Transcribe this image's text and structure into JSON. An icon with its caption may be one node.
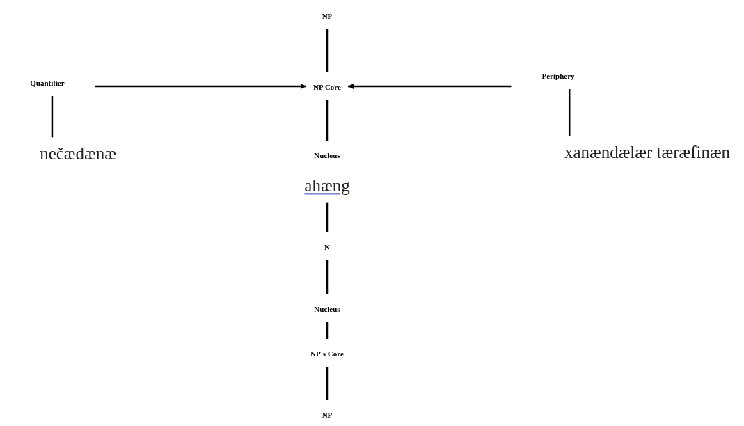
{
  "diagram": {
    "nodes": [
      {
        "text": [
          "NP"
        ]
      },
      {
        "text": [
          "NP Core"
        ]
      },
      {
        "text": [
          "Quantifier"
        ]
      },
      {
        "text": [
          "Periphery"
        ]
      },
      {
        "text": [
          "nečædænæ"
        ]
      },
      {
        "text": [
          "Nucleus"
        ]
      },
      {
        "text": [
          "xanændælær tæræfinæn"
        ]
      },
      {
        "text": [
          "ahæng"
        ]
      },
      {
        "text": [
          "N"
        ]
      },
      {
        "text": [
          "Nucleus"
        ]
      },
      {
        "text": [
          "NP's Core"
        ]
      },
      {
        "text": [
          "NP"
        ]
      }
    ],
    "edges": [
      {
        "from": 0,
        "to": 1,
        "arrow": "none"
      },
      {
        "from": 2,
        "to": 1,
        "arrow": "to"
      },
      {
        "from": 3,
        "to": 1,
        "arrow": "to"
      },
      {
        "from": 2,
        "to": 4,
        "arrow": "none"
      },
      {
        "from": 1,
        "to": 5,
        "arrow": "none"
      },
      {
        "from": 3,
        "to": 6,
        "arrow": "none"
      },
      {
        "from": 7,
        "to": 8,
        "arrow": "none"
      },
      {
        "from": 8,
        "to": 9,
        "arrow": "none"
      },
      {
        "from": 9,
        "to": 10,
        "arrow": "none"
      },
      {
        "from": 10,
        "to": 11,
        "arrow": "none"
      }
    ]
  }
}
